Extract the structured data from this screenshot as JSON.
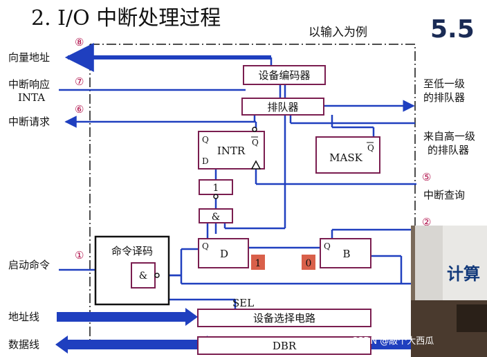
{
  "title": "2. I/O 中断处理过程",
  "subtitle": "以输入为例",
  "badge": "5.5",
  "left_labels": {
    "vector_address": "向量地址",
    "int_response": "中断响应",
    "inta": "INTA",
    "int_request": "中断请求",
    "start_cmd": "启动命令",
    "address_line": "地址线",
    "data_line": "数据线"
  },
  "right_labels": {
    "to_lower_1": "至低一级",
    "to_lower_2": "的排队器",
    "from_higher_1": "来自高一级",
    "from_higher_2": "的排队器",
    "int_query": "中断查询"
  },
  "step_numbers": [
    "⑧",
    "⑦",
    "⑥",
    "①",
    "⑤",
    "②"
  ],
  "blocks": {
    "encoder": "设备编码器",
    "queue": "排队器",
    "intr": "INTR",
    "mask": "MASK",
    "one": "1",
    "and_gate": "&",
    "cmd_decode": "命令译码",
    "and_gate_2": "&",
    "d_ff": "D",
    "b_ff": "B",
    "sel": "SEL",
    "dev_select": "设备选择电路",
    "dbr": "DBR",
    "q": "Q",
    "q_bar": "Q",
    "d_pin": "D"
  },
  "state_values": {
    "d_value": "1",
    "b_value": "0"
  },
  "camera_text": "计算",
  "watermark": "CSDN @敲个大西瓜",
  "colors": {
    "wire_blue": "#1f3fbf",
    "bus_blue": "#1f3fbf",
    "box_fill": "#ffffff",
    "box_stroke": "#7a1d4f",
    "state_fill": "#d9604a",
    "circle_num": "#b0104a",
    "badge": "#1a2b55"
  }
}
